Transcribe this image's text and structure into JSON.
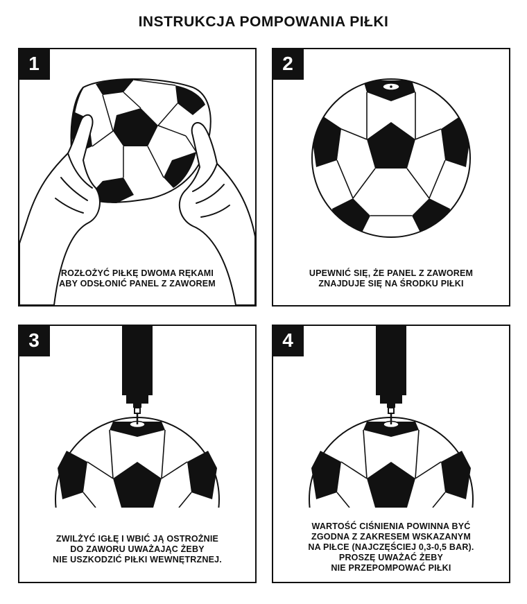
{
  "title": "INSTRUKCJA POMPOWANIA PIŁKI",
  "colors": {
    "ink": "#111111",
    "paper": "#ffffff"
  },
  "steps": [
    {
      "number": "1",
      "icon": "hands-holding-ball-icon",
      "caption": [
        "ROZŁOŻYĆ PIŁKĘ DWOMA RĘKAMI",
        "ABY ODSŁONIĆ PANEL Z ZAWOREM"
      ]
    },
    {
      "number": "2",
      "icon": "soccer-ball-valve-icon",
      "caption": [
        "UPEWNIĆ SIĘ, ŻE PANEL Z ZAWOREM",
        "ZNAJDUJE SIĘ NA ŚRODKU PIŁKI"
      ]
    },
    {
      "number": "3",
      "icon": "pump-needle-into-ball-icon",
      "caption": [
        "ZWILŻYĆ IGŁĘ I WBIĆ JĄ OSTROŻNIE",
        "DO ZAWORU UWAŻAJĄC ŻEBY",
        "NIE USZKODZIĆ PIŁKI WEWNĘTRZNEJ."
      ]
    },
    {
      "number": "4",
      "icon": "pump-inflating-ball-icon",
      "caption": [
        "WARTOŚĆ CIŚNIENIA POWINNA BYĆ",
        "ZGODNA Z ZAKRESEM WSKAZANYM",
        "NA PIŁCE (NAJCZĘŚCIEJ 0,3-0,5 BAR).",
        "PROSZĘ UWAŻAĆ ŻEBY",
        "NIE PRZEPOMPOWAĆ PIŁKI"
      ]
    }
  ]
}
